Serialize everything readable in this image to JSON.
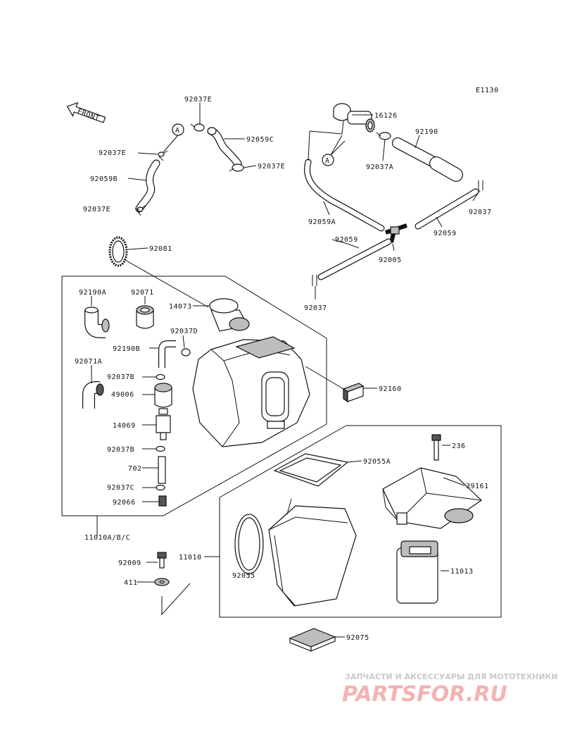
{
  "diagram_code": "E1130",
  "front_label": "FRONT",
  "callout_letter": "A",
  "parts": {
    "p16126": "16126",
    "p92037A": "92037A",
    "p92190": "92190",
    "p92037E_a": "92037E",
    "p92059C": "92059C",
    "p92037E_b": "92037E",
    "p92037E_c": "92037E",
    "p92059B": "92059B",
    "p92037E_d": "92037E",
    "p92037_a": "92037",
    "p92059A": "92059A",
    "p92059_a": "92059",
    "p92059_b": "92059",
    "p92005": "92005",
    "p92037_b": "92037",
    "p92081": "92081",
    "p92190A": "92190A",
    "p92071": "92071",
    "p14073": "14073",
    "p92037D": "92037D",
    "p92190B": "92190B",
    "p92071A": "92071A",
    "p92037B_a": "92037B",
    "p49006": "49006",
    "p14069": "14069",
    "p92037B_b": "92037B",
    "p702": "702",
    "p92037C": "92037C",
    "p92066": "92066",
    "p92160": "92160",
    "p11010ABC": "11010A/B/C",
    "p236": "236",
    "p92055A": "92055A",
    "p39161": "39161",
    "p11010": "11010",
    "p92055": "92055",
    "p11013": "11013",
    "p92009": "92009",
    "p411": "411",
    "p92075": "92075"
  },
  "watermark": {
    "tagline": "ЗАПЧАСТИ И АКСЕССУАРЫ ДЛЯ МОТОТЕХНИКИ",
    "logo": "PARTSFOR.RU"
  }
}
